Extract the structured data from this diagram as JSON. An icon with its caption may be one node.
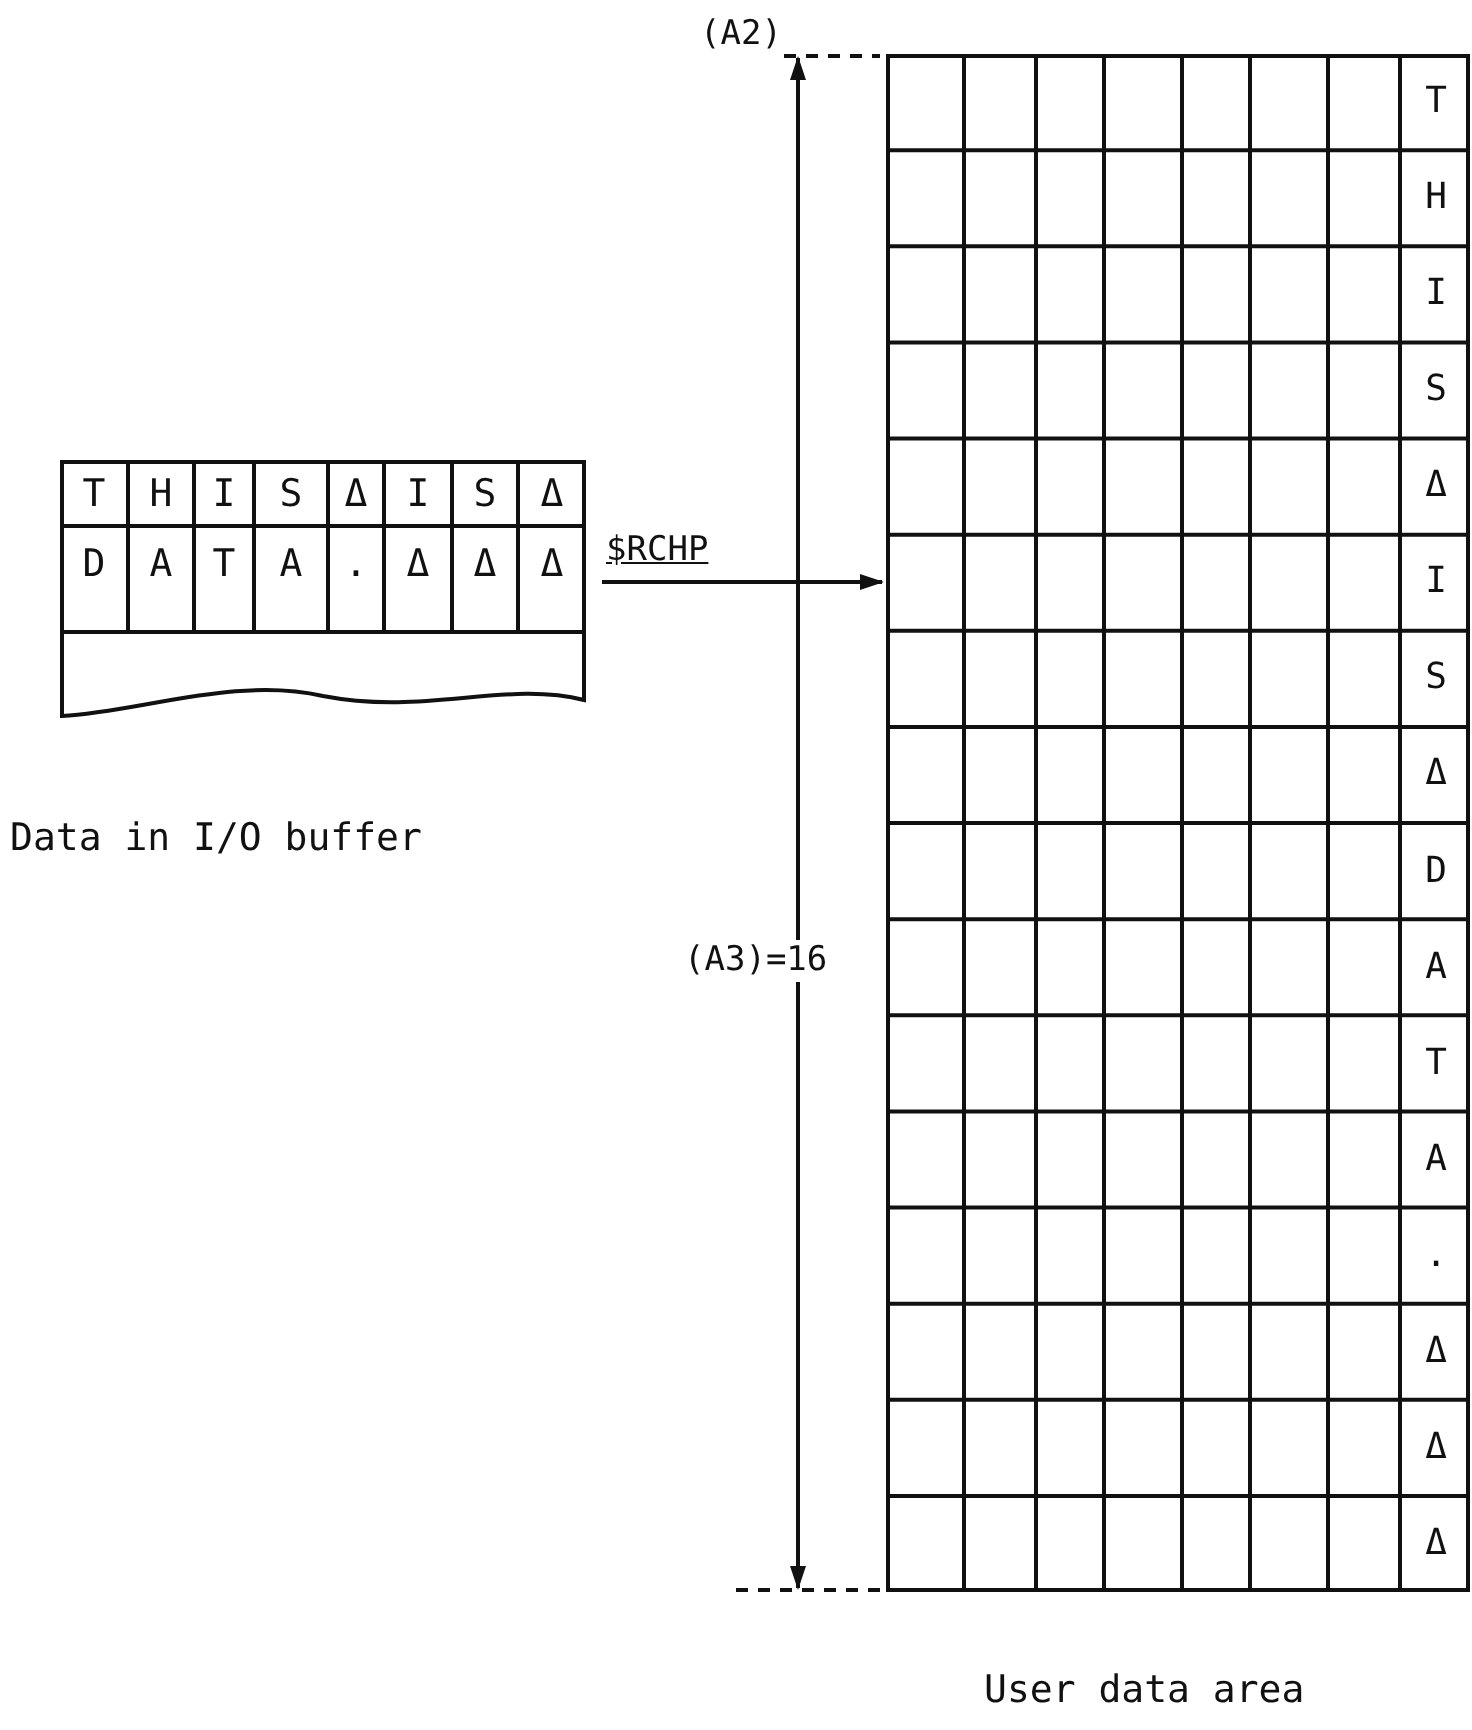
{
  "diagram": {
    "nodes": [
      {
        "text": [],
        "shape": "box",
        "beside": [
          "Data in I/O buffer"
        ]
      },
      {
        "text": [],
        "shape": "box",
        "beside": [
          "User data area"
        ]
      }
    ],
    "edges": [
      {
        "from": 0,
        "to": 1,
        "arrow": "to",
        "label": "$RCHP"
      }
    ],
    "labels": [
      "T",
      "H",
      "I",
      "S",
      "Δ",
      "I",
      "S",
      "Δ",
      "D",
      "A",
      "T",
      "A",
      ".",
      "Δ",
      "Δ",
      "Δ",
      "(A2)",
      "(A3)=16",
      "T",
      "H",
      "I",
      "S",
      "Δ",
      "I",
      "S",
      "Δ",
      "D",
      "A",
      "T",
      "A",
      ".",
      "Δ",
      "Δ",
      "Δ"
    ]
  }
}
